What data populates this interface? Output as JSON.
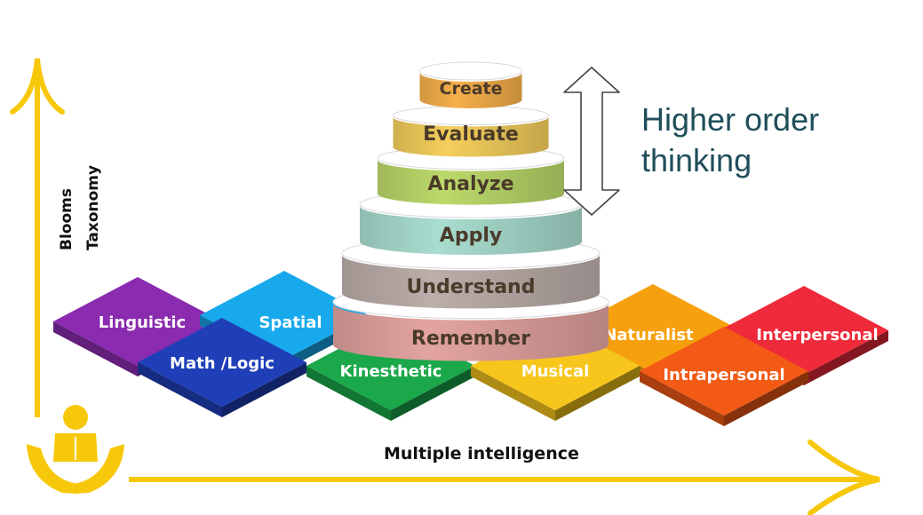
{
  "axes": {
    "vertical_label_line1": "Blooms",
    "vertical_label_line2": "Taxonomy",
    "horizontal_label": "Multiple intelligence",
    "color": "#f7c80a"
  },
  "higher_order": {
    "label": "Higher order\nthinking"
  },
  "pyramid": [
    {
      "label": "Remember",
      "color": "#e3a4a0"
    },
    {
      "label": "Understand",
      "color": "#bcaeaa"
    },
    {
      "label": "Apply",
      "color": "#a9ddd0"
    },
    {
      "label": "Analyze",
      "color": "#bcd96a"
    },
    {
      "label": "Evaluate",
      "color": "#f5cf5c"
    },
    {
      "label": "Create",
      "color": "#f6b04a"
    }
  ],
  "intelligences": [
    {
      "label": "Linguistic",
      "color": "#8a2bb0"
    },
    {
      "label": "Math /Logic",
      "color": "#1f3fb8"
    },
    {
      "label": "Spatial",
      "color": "#18a9ec"
    },
    {
      "label": "Kinesthetic",
      "color": "#1aa84a"
    },
    {
      "label": "Musical",
      "color": "#f7c61c"
    },
    {
      "label": "Naturalist",
      "color": "#f7a00d"
    },
    {
      "label": "Intrapersonal",
      "color": "#f25a16"
    },
    {
      "label": "Interpersonal",
      "color": "#ef2a3a"
    }
  ]
}
